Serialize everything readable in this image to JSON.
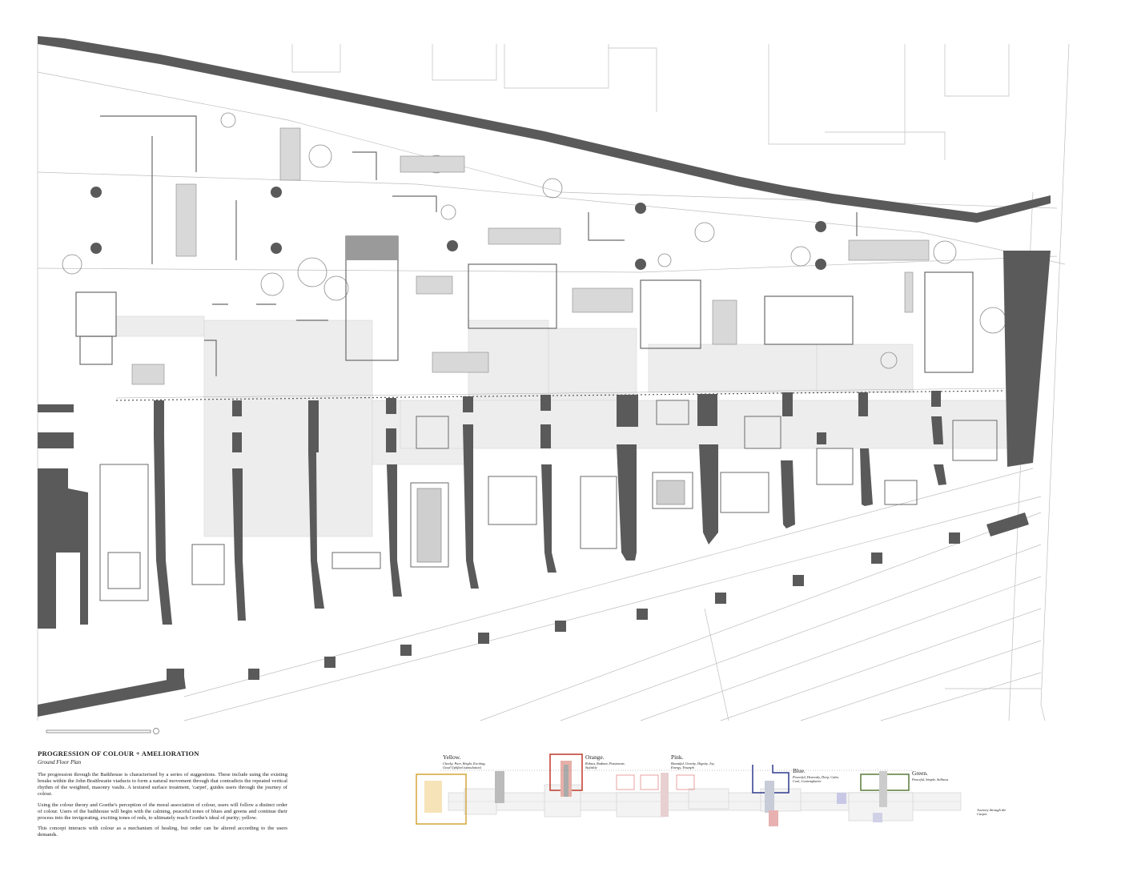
{
  "caption": {
    "title": "PROGRESSION OF COLOUR + AMELIORATION",
    "subtitle": "Ground Floor Plan",
    "paragraph_1": "The progression through the Bathhouse is characterised by a series of suggestions. These include using the existing breaks within the John Braithwaite viaducts to form a natural movement through that contradicts the repeated vertical rhythm of the weighted, masonry vaults. A textured surface treatment, 'carpet', guides users through the journey of colour.",
    "paragraph_2": "Using the colour theory and Goethe's perception of the moral association of colour, users will follow a distinct order of colour. Users of the bathhouse will begin with the calming, peaceful tones of blues and greens and continue their process into the invigorating, exciting tones of reds, to ultimately reach Goethe's ideal of purity; yellow.",
    "paragraph_3": "This concept interacts with colour as a mechanism of healing, but order can be altered according to the users demands."
  },
  "diagram": {
    "zones": [
      {
        "label": "Yellow.",
        "sub": "Cheeky, Pure, Bright, Exciting, Good Uplifted (stimulation)",
        "color": "#d4a63a"
      },
      {
        "label": "Orange.",
        "sub": "Robust, Radiant, Passionate, Stylishly",
        "color": "#c0392b"
      },
      {
        "label": "Pink.",
        "sub": "Beautiful, Gravity, Dignity, Joy, Energy, Triumph",
        "color": "#e8a0a0"
      },
      {
        "label": "Blue.",
        "sub": "Powerful, Heavenly, Deep, Calm, Cool, Contemplative",
        "color": "#2e3a8c"
      },
      {
        "label": "Green.",
        "sub": "Peaceful, Simple, Stillness",
        "color": "#5a7a3a"
      }
    ],
    "journey_note": "Journey through the Carpet."
  },
  "colors": {
    "wall_fill": "#5a5a5a",
    "line": "#9a9a9a",
    "carpet": "#e8e8e8"
  }
}
